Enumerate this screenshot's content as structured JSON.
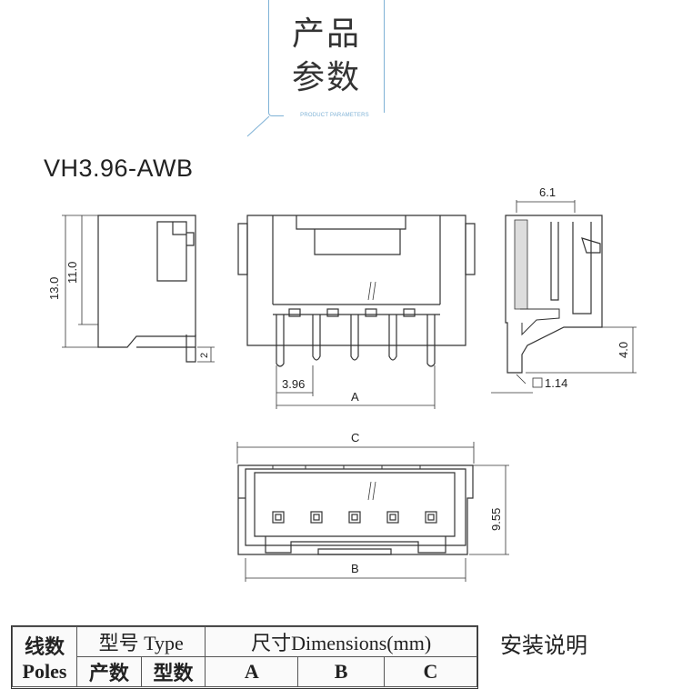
{
  "header": {
    "title_line1": "产品",
    "title_line2": "参数",
    "subtitle": "PRODUCT PARAMETERS"
  },
  "model": "VH3.96-AWB",
  "drawing": {
    "dims": {
      "height_13": "13.0",
      "height_11": "11.0",
      "pin_2": "2",
      "pitch": "3.96",
      "a": "A",
      "width_61": "6.1",
      "tail_40": "4.0",
      "pin_sq": "1.14",
      "c": "C",
      "b": "B",
      "depth_955": "9.55"
    }
  },
  "table": {
    "poles_cn": "线数",
    "poles_en": "Poles",
    "type_header": "型号 Type",
    "dim_header": "尺寸Dimensions(mm)",
    "sub_cn1": "产数",
    "sub_cn2": "型数",
    "col_a": "A",
    "col_b": "B",
    "col_c": "C"
  },
  "install_title": "安装说明",
  "colors": {
    "accent": "#7fb2d6",
    "line": "#333333"
  }
}
